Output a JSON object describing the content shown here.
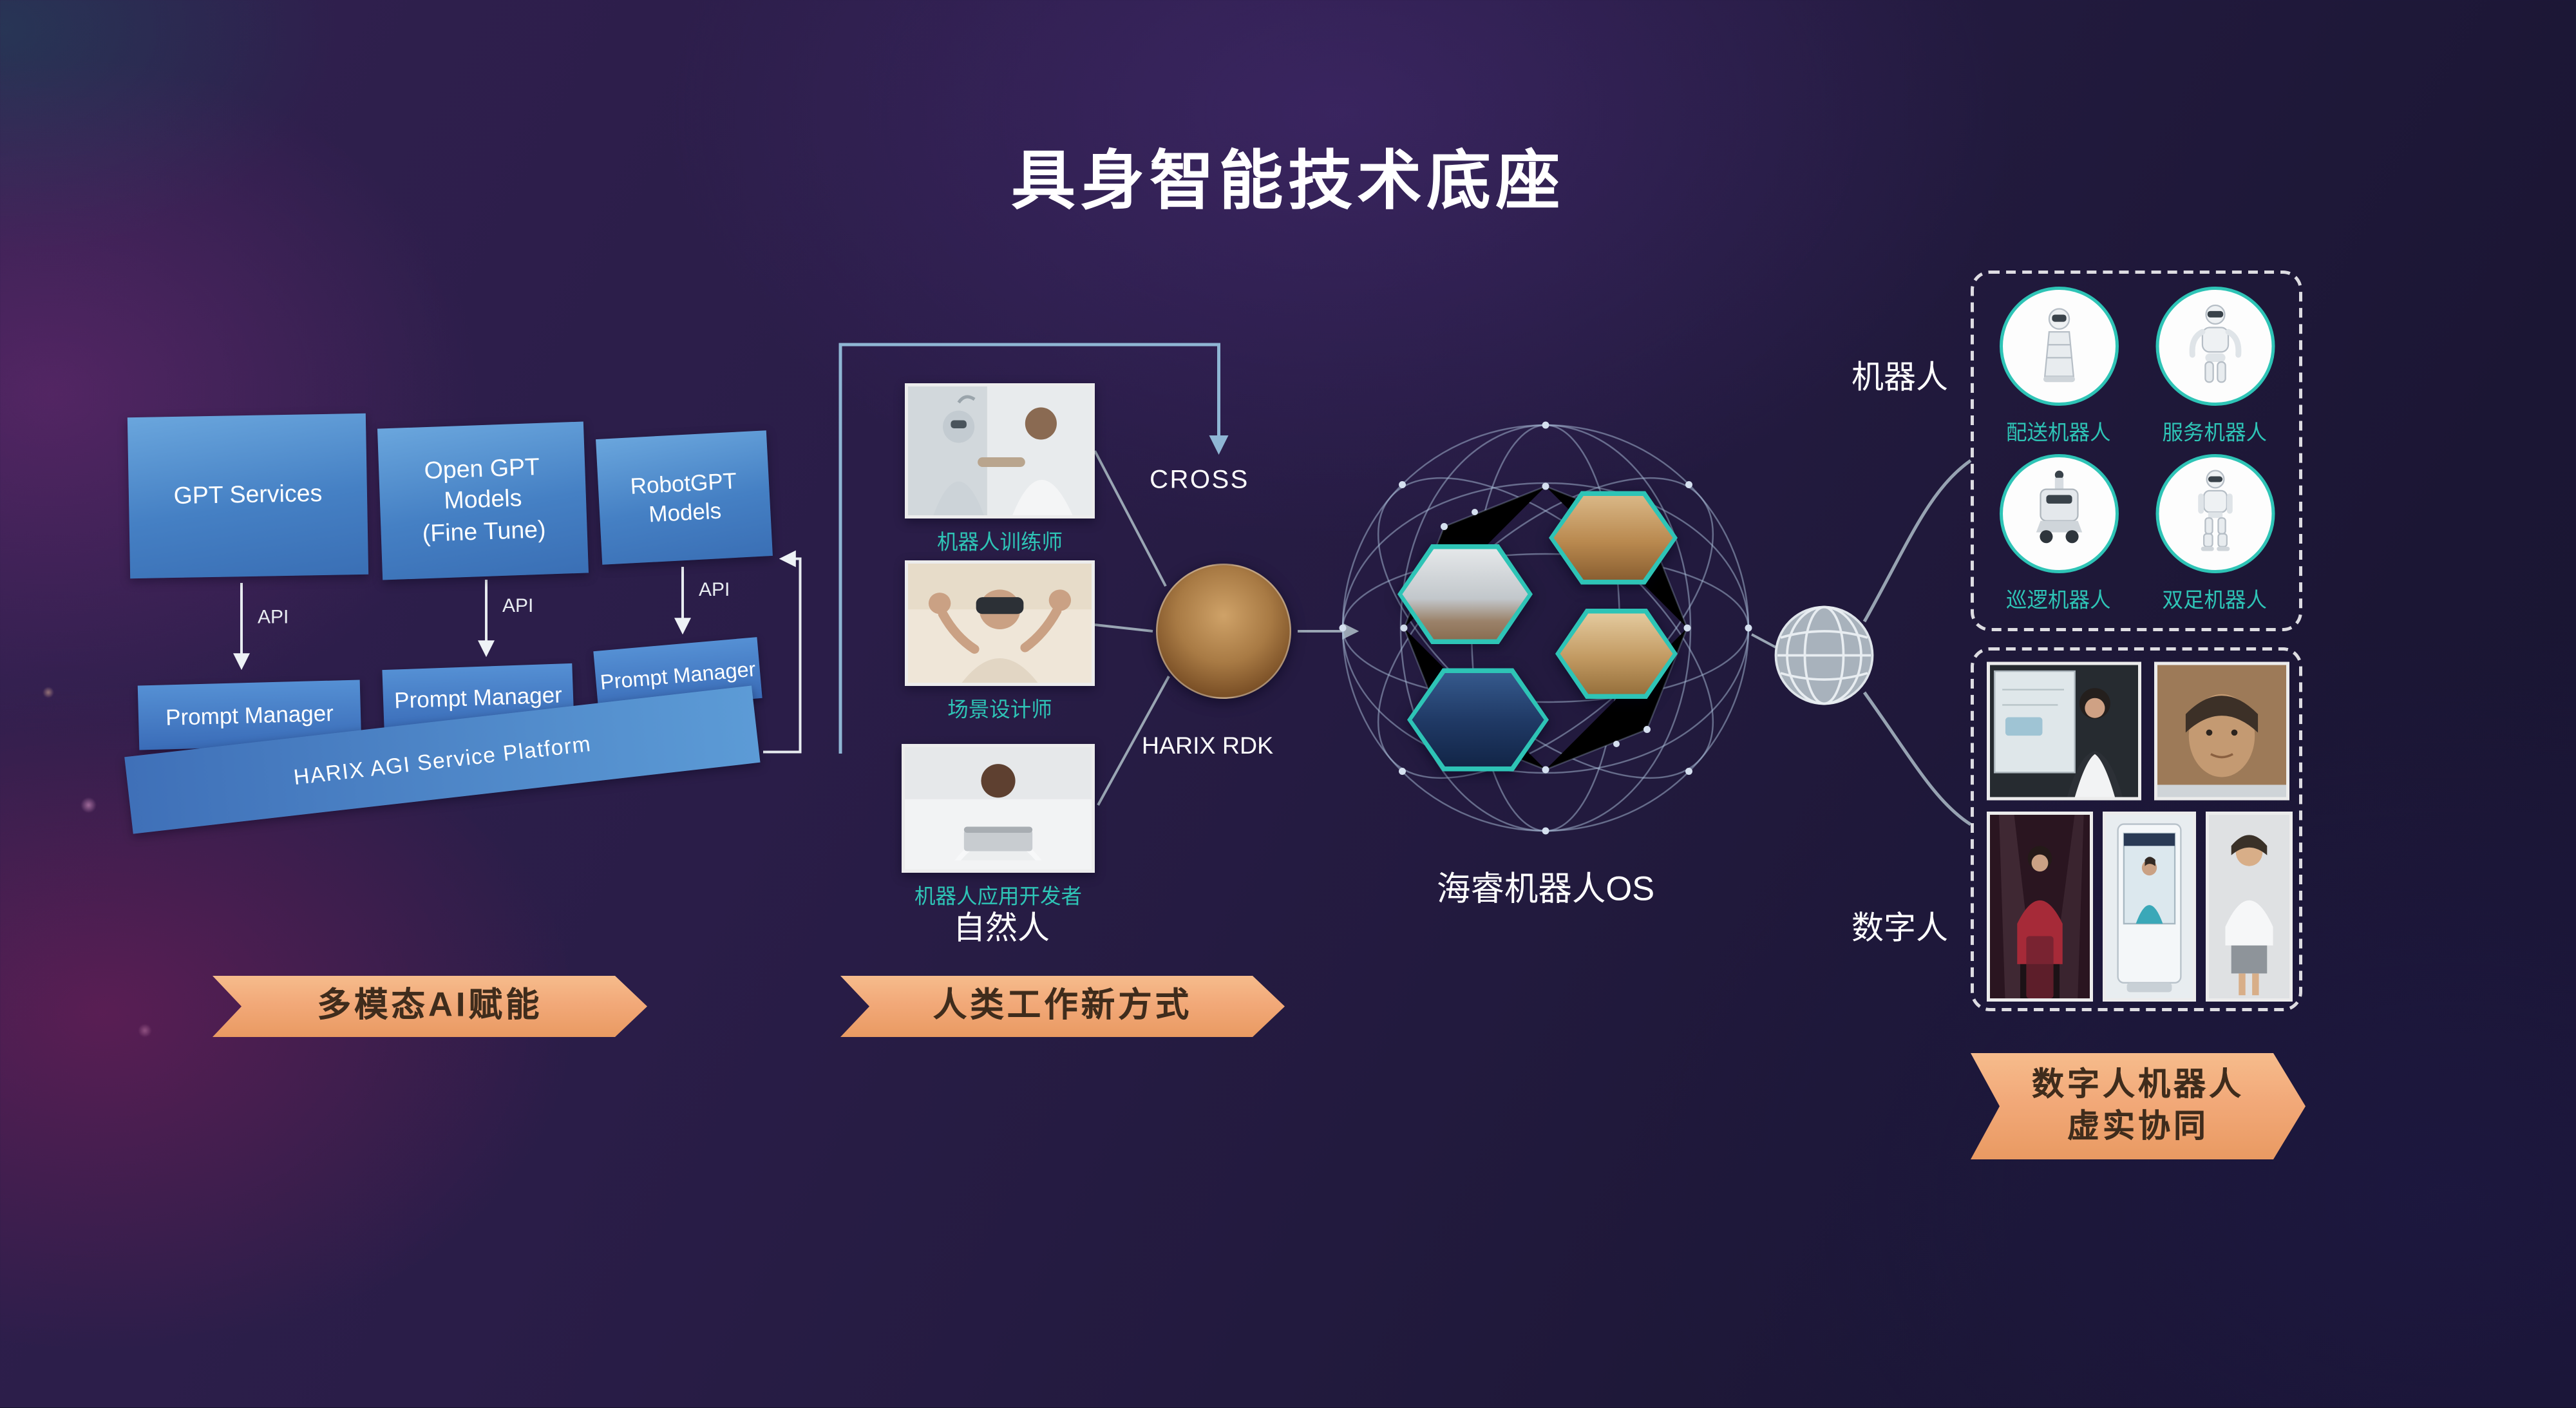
{
  "title": "具身智能技术底座",
  "ai_section": {
    "model_boxes": [
      {
        "lines": [
          "GPT Services",
          "",
          ""
        ]
      },
      {
        "lines": [
          "Open GPT",
          "Models",
          "(Fine Tune)"
        ]
      },
      {
        "lines": [
          "RobotGPT",
          "Models",
          ""
        ]
      }
    ],
    "api_labels": [
      "API",
      "API",
      "API"
    ],
    "prompt_managers": [
      "Prompt Manager",
      "Prompt Manager",
      "Prompt Manager"
    ],
    "platform": "HARIX AGI Service Platform",
    "banner": "多模态AI赋能"
  },
  "human_section": {
    "roles": [
      {
        "caption": "机器人训练师"
      },
      {
        "caption": "场景设计师"
      },
      {
        "caption": "机器人应用开发者"
      }
    ],
    "group_label": "自然人",
    "cross_label": "CROSS",
    "rdk_label": "HARIX RDK",
    "banner": "人类工作新方式"
  },
  "os_section": {
    "label": "海睿机器人OS"
  },
  "device_section": {
    "robots_label": "机器人",
    "robots": [
      {
        "caption": "配送机器人"
      },
      {
        "caption": "服务机器人"
      },
      {
        "caption": "巡逻机器人"
      },
      {
        "caption": "双足机器人"
      }
    ],
    "digital_label": "数字人",
    "banner_lines": [
      "数字人机器人",
      "虚实协同"
    ]
  },
  "colors": {
    "accent_teal": "#2ec4b6",
    "banner_orange": "#f2a979",
    "box_blue": "#4a86c8",
    "background": "#241a43"
  }
}
